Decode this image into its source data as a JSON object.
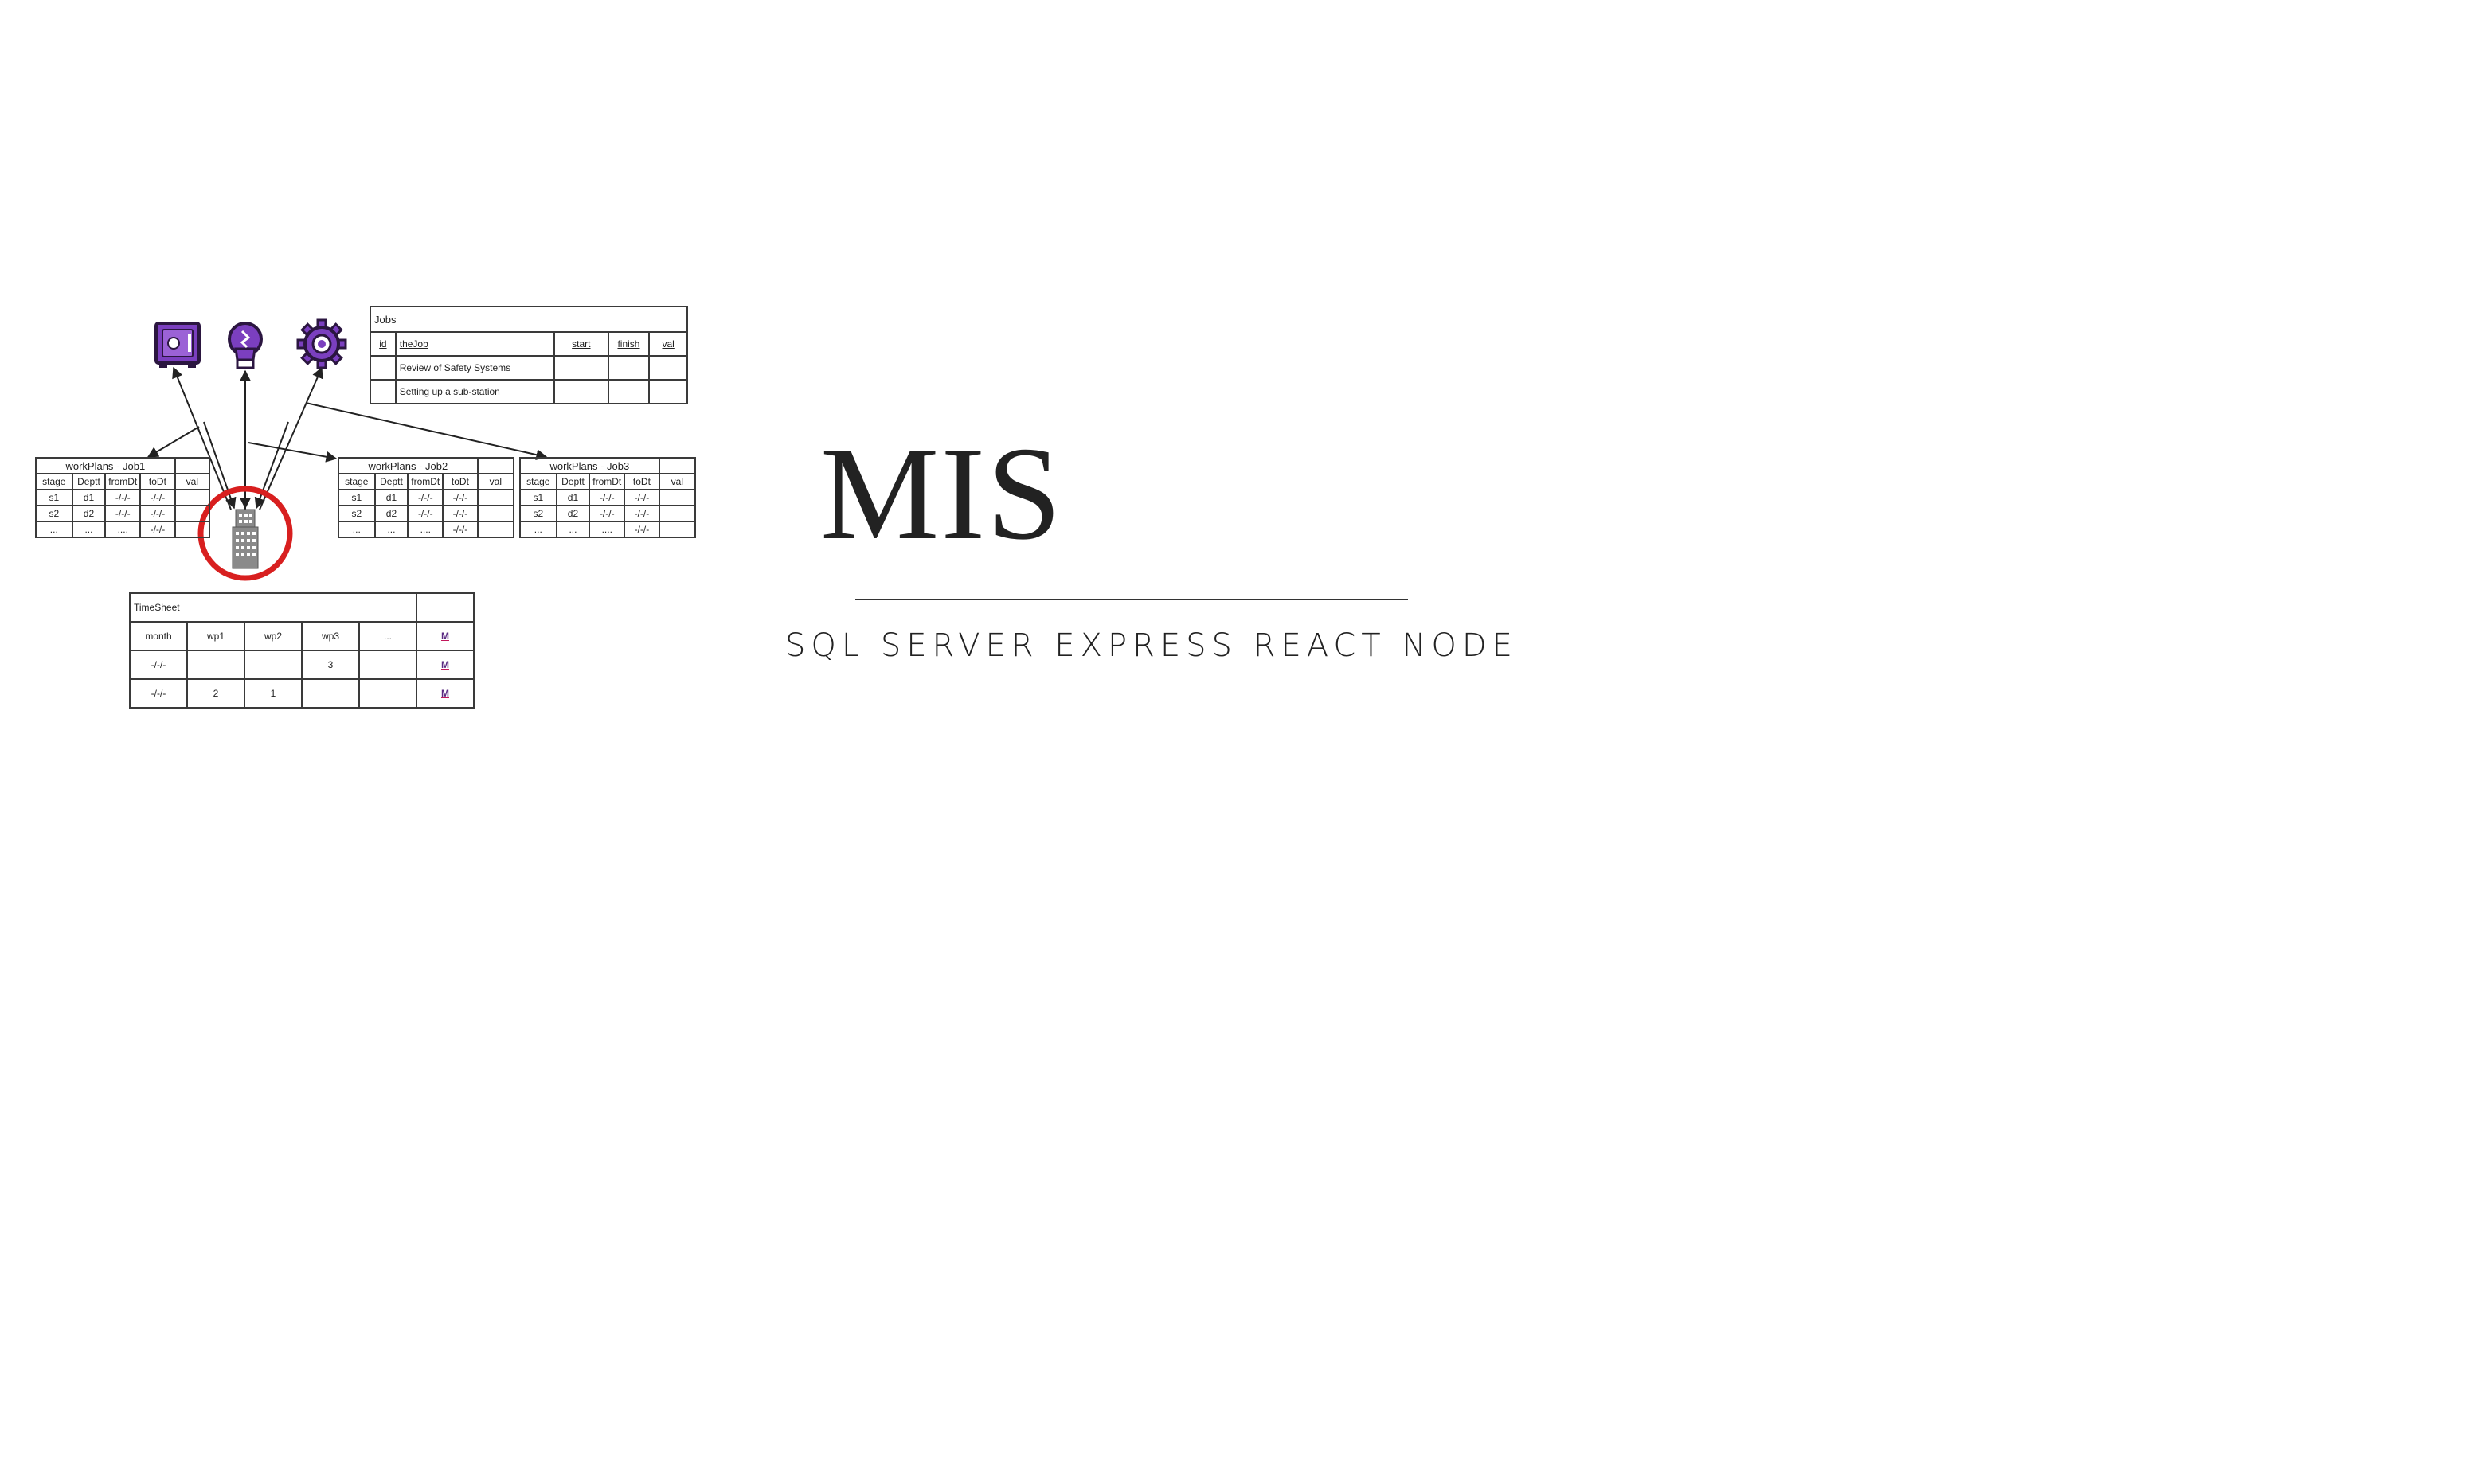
{
  "title": "MIS",
  "subtitle": "SQL SERVER EXPRESS REACT NODE",
  "colors": {
    "icon_purple": "#7b3fbf",
    "icon_outline": "#2b1640",
    "ring_red": "#d81f1f",
    "building_gray": "#8a8a8a"
  },
  "icons": [
    "safe-icon",
    "lightbulb-icon",
    "gear-icon",
    "building-icon"
  ],
  "jobs": {
    "caption": "Jobs",
    "headers": {
      "id": "id",
      "job": "theJob",
      "start": "start",
      "finish": "finish",
      "val": "val"
    },
    "rows": [
      {
        "job": "Review of Safety Systems"
      },
      {
        "job": "Setting up a sub-station"
      }
    ]
  },
  "workplans": [
    {
      "caption": "workPlans - Job1",
      "headers": [
        "stage",
        "Deptt",
        "fromDt",
        "toDt",
        "val"
      ],
      "rows": [
        [
          "s1",
          "d1",
          "-/-/-",
          "-/-/-",
          ""
        ],
        [
          "s2",
          "d2",
          "-/-/-",
          "-/-/-",
          ""
        ],
        [
          "...",
          "...",
          "....",
          "-/-/-",
          ""
        ]
      ]
    },
    {
      "caption": "workPlans - Job2",
      "headers": [
        "stage",
        "Deptt",
        "fromDt",
        "toDt",
        "val"
      ],
      "rows": [
        [
          "s1",
          "d1",
          "-/-/-",
          "-/-/-",
          ""
        ],
        [
          "s2",
          "d2",
          "-/-/-",
          "-/-/-",
          ""
        ],
        [
          "...",
          "...",
          "....",
          "-/-/-",
          ""
        ]
      ]
    },
    {
      "caption": "workPlans - Job3",
      "headers": [
        "stage",
        "Deptt",
        "fromDt",
        "toDt",
        "val"
      ],
      "rows": [
        [
          "s1",
          "d1",
          "-/-/-",
          "-/-/-",
          ""
        ],
        [
          "s2",
          "d2",
          "-/-/-",
          "-/-/-",
          ""
        ],
        [
          "...",
          "...",
          "....",
          "-/-/-",
          ""
        ]
      ]
    }
  ],
  "timesheet": {
    "caption": "TimeSheet",
    "headers": [
      "month",
      "wp1",
      "wp2",
      "wp3",
      "...",
      "M"
    ],
    "rows": [
      [
        "-/-/-",
        "",
        "",
        "3",
        "",
        "M"
      ],
      [
        "-/-/-",
        "2",
        "1",
        "",
        "",
        "M"
      ]
    ]
  }
}
